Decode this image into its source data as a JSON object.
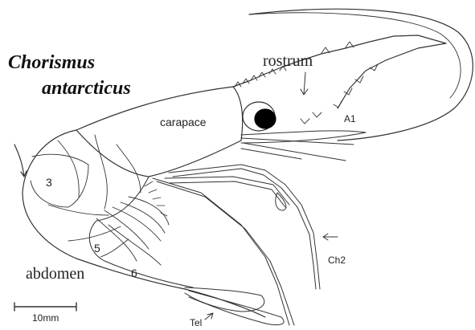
{
  "title": {
    "line1": "Chorismus",
    "line2": "antarcticus"
  },
  "labels": {
    "rostrum": "rostrum",
    "carapace": "carapace",
    "a1": "A1",
    "segment_3": "3",
    "segment_5": "5",
    "segment_6": "6",
    "abdomen": "abdomen",
    "ch2": "Ch2",
    "tel": "Tel"
  },
  "scale_bar": {
    "label": "10mm"
  },
  "colors": {
    "ink": "#222222",
    "eye": "#000000",
    "background": "#ffffff"
  }
}
